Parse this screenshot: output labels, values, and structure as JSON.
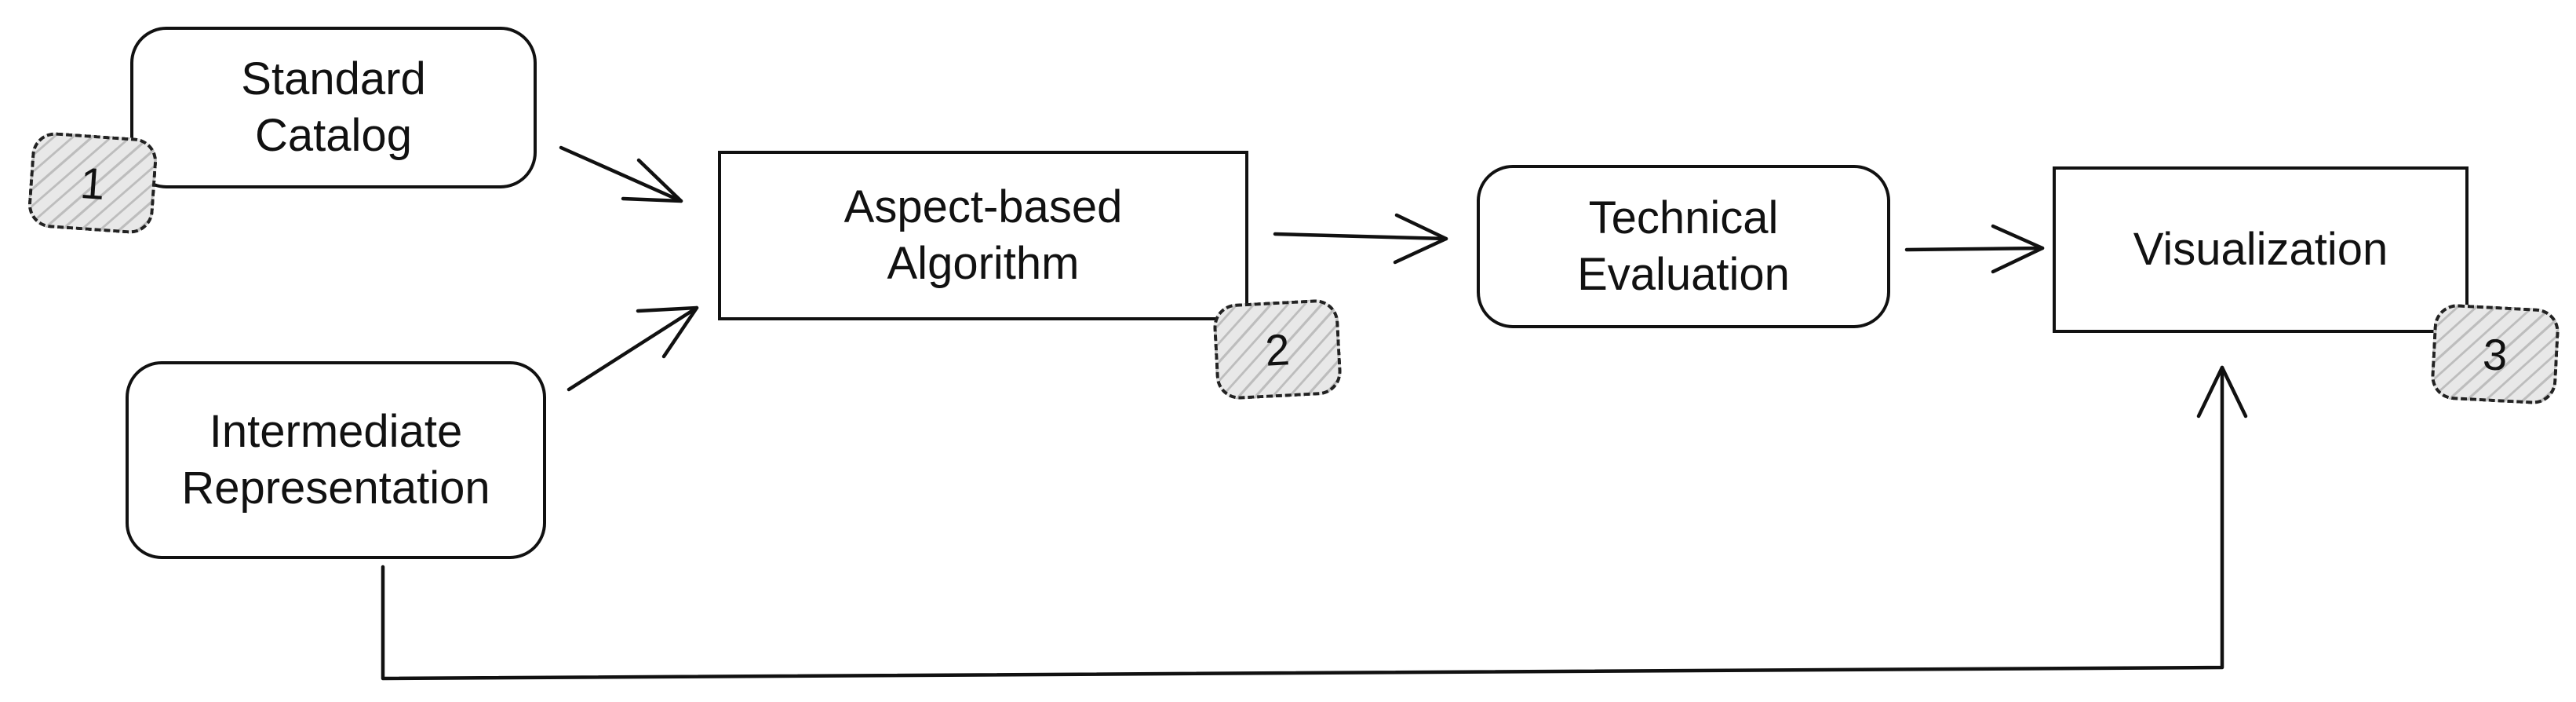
{
  "diagram": {
    "nodes": {
      "standard_catalog": "Standard\nCatalog",
      "intermediate_representation": "Intermediate\nRepresentation",
      "aspect_based_algorithm": "Aspect-based\nAlgorithm",
      "technical_evaluation": "Technical\nEvaluation",
      "visualization": "Visualization"
    },
    "badges": {
      "badge_1": "1",
      "badge_2": "2",
      "badge_3": "3"
    },
    "edges": [
      {
        "from": "Standard Catalog",
        "to": "Aspect-based Algorithm"
      },
      {
        "from": "Intermediate Representation",
        "to": "Aspect-based Algorithm"
      },
      {
        "from": "Aspect-based Algorithm",
        "to": "Technical Evaluation"
      },
      {
        "from": "Technical Evaluation",
        "to": "Visualization"
      },
      {
        "from": "Intermediate Representation",
        "to": "Visualization"
      }
    ]
  }
}
